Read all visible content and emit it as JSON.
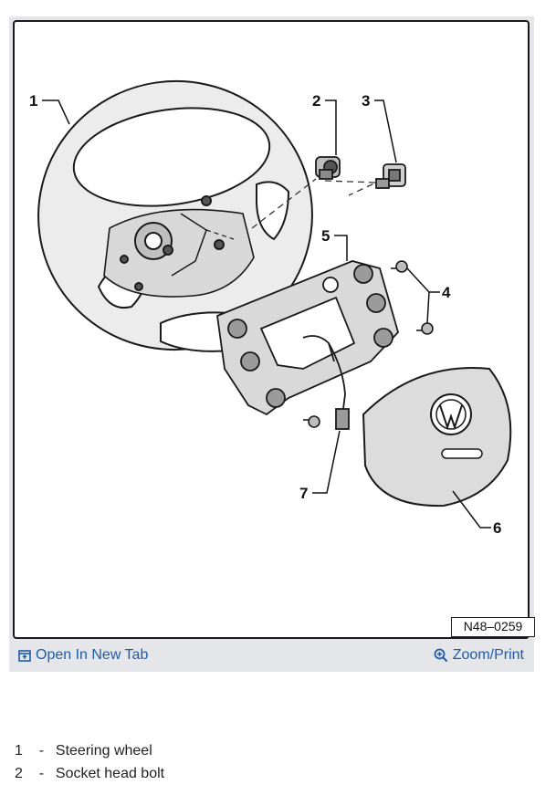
{
  "figure": {
    "code": "N48–0259",
    "callouts": [
      "1",
      "2",
      "3",
      "4",
      "5",
      "6",
      "7"
    ]
  },
  "toolbar": {
    "open_new_tab_label": "Open In New Tab",
    "zoom_print_label": "Zoom/Print",
    "link_color": "#1f5ba8"
  },
  "legend": [
    {
      "number": "1",
      "separator": "-",
      "text": "Steering wheel"
    },
    {
      "number": "2",
      "separator": "-",
      "text": "Socket head bolt"
    }
  ],
  "icons": {
    "open_new_tab": "open-new-tab-icon",
    "zoom": "zoom-in-icon"
  }
}
